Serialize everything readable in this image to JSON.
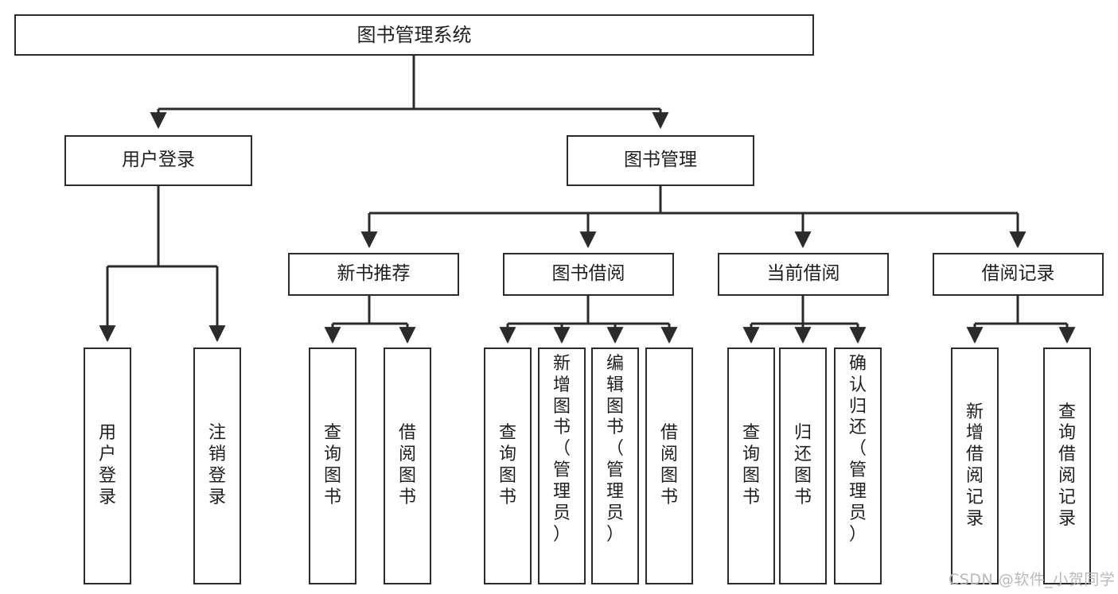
{
  "diagram": {
    "type": "tree",
    "title": "图书管理系统",
    "watermark": "CSDN @软件_小贺同学",
    "colors": {
      "box_border": "#2b2b2b",
      "box_fill": "#ffffff",
      "edge": "#2b2b2b",
      "text": "#1f1f1f",
      "watermark": "#b9b9b9",
      "background": "#ffffff"
    },
    "nodes": {
      "root": {
        "label": "图书管理系统"
      },
      "level2": [
        {
          "label": "用户登录"
        },
        {
          "label": "图书管理"
        }
      ],
      "level3": [
        {
          "label": "新书推荐"
        },
        {
          "label": "图书借阅"
        },
        {
          "label": "当前借阅"
        },
        {
          "label": "借阅记录"
        }
      ],
      "leaves": {
        "user_login": [
          {
            "label": "用户\n登录",
            "vertical": "用\n户\n登\n录"
          },
          {
            "label": "注销\n登录",
            "vertical": "注\n销\n登\n录"
          }
        ],
        "new_book_recommend": [
          {
            "label": "查询图书",
            "vertical": "查\n询\n图\n书"
          },
          {
            "label": "借阅图书",
            "vertical": "借\n阅\n图\n书"
          }
        ],
        "book_borrow": [
          {
            "label": "查询图书",
            "vertical": "查\n询\n图\n书"
          },
          {
            "label": "新增图书（管理员）",
            "vertical": "新\n增\n图\n书\n（\n管\n理\n员\n）"
          },
          {
            "label": "编辑图书（管理员）",
            "vertical": "编\n辑\n图\n书\n（\n管\n理\n员\n）"
          },
          {
            "label": "借阅图书",
            "vertical": "借\n阅\n图\n书"
          }
        ],
        "current_borrow": [
          {
            "label": "查询图书",
            "vertical": "查\n询\n图\n书"
          },
          {
            "label": "归还图书",
            "vertical": "归\n还\n图\n书"
          },
          {
            "label": "确认归还（管理员）",
            "vertical": "确\n认\n归\n还\n（\n管\n理\n员\n）"
          }
        ],
        "borrow_records": [
          {
            "label": "新增借阅记录",
            "vertical": "新\n增\n借\n阅\n记\n录"
          },
          {
            "label": "查询借阅记录",
            "vertical": "查\n询\n借\n阅\n记\n录"
          }
        ]
      }
    }
  }
}
